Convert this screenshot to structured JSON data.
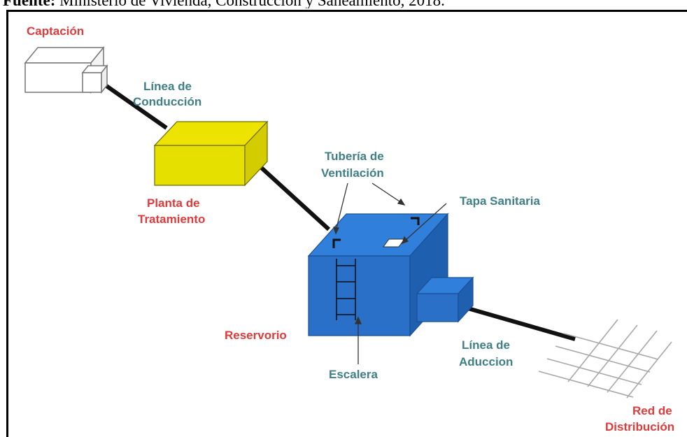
{
  "source": {
    "prefix": "Fuente:",
    "text": " Ministerio de Vivienda, Construcción y Saneamiento, 2018."
  },
  "labels": {
    "captacion": "Captación",
    "linea_conduccion_1": "Línea de",
    "linea_conduccion_2": "Conducción",
    "planta_1": "Planta de",
    "planta_2": "Tratamiento",
    "tuberia_1": "Tubería de",
    "tuberia_2": "Ventilación",
    "tapa": "Tapa Sanitaria",
    "reservorio": "Reservorio",
    "escalera": "Escalera",
    "linea_aduccion_1": "Línea de",
    "linea_aduccion_2": "Aduccion",
    "red_1": "Red de",
    "red_2": "Distribución"
  },
  "colors": {
    "component_label": "#e03a3a",
    "part_label": "#3f7f86",
    "planta_fill": "#e6e000",
    "reservorio_fill": "#2a6fc8"
  }
}
